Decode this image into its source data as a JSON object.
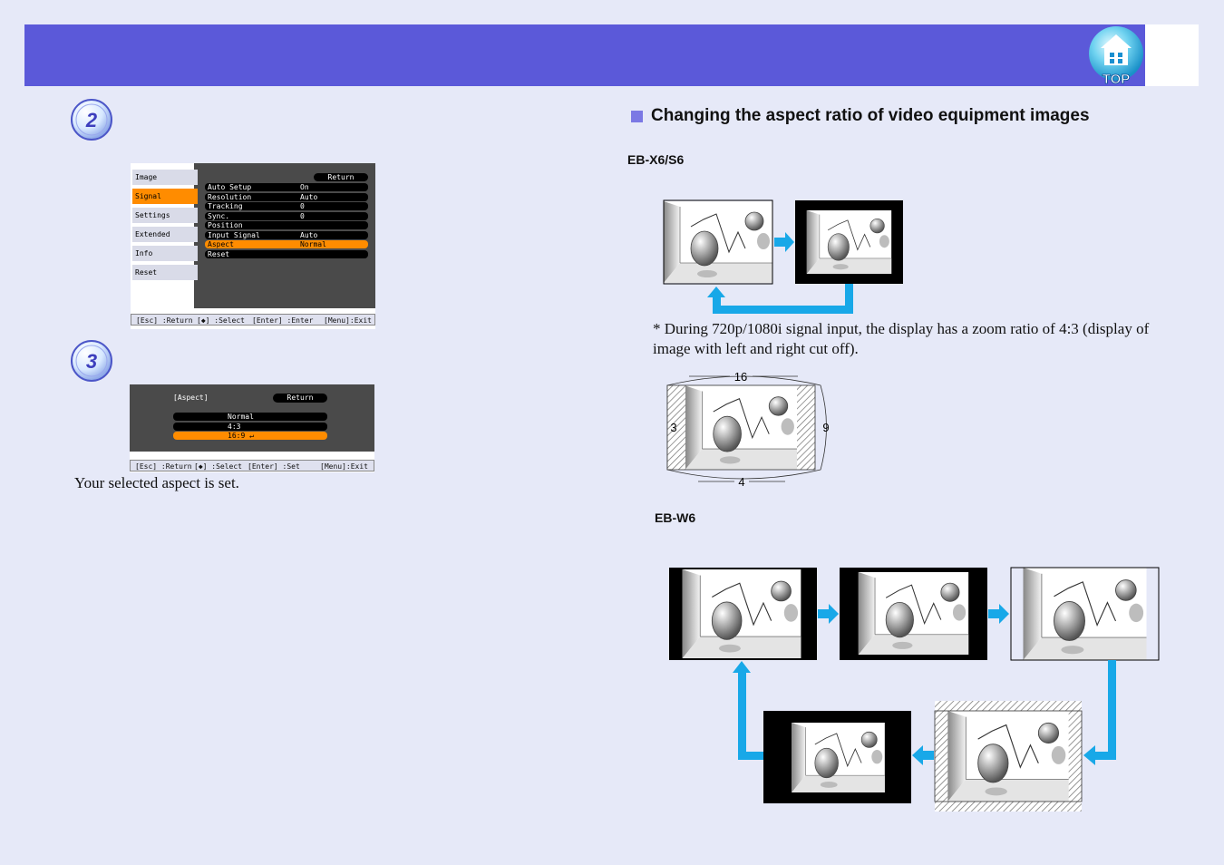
{
  "top_button": {
    "label": "TOP"
  },
  "steps": [
    {
      "number": "2"
    },
    {
      "number": "3"
    }
  ],
  "signal_menu": {
    "sidebar": [
      "Image",
      "Signal",
      "Settings",
      "Extended",
      "Info",
      "Reset"
    ],
    "return_label": "Return",
    "rows": [
      {
        "label": "Auto Setup",
        "value": "On"
      },
      {
        "label": "Resolution",
        "value": "Auto"
      },
      {
        "label": "Tracking",
        "value": "0"
      },
      {
        "label": "Sync.",
        "value": "0"
      },
      {
        "label": "Position",
        "value": ""
      },
      {
        "label": "Input Signal",
        "value": "Auto"
      },
      {
        "label": "Aspect",
        "value": "Normal"
      },
      {
        "label": "Reset",
        "value": ""
      }
    ],
    "footer": {
      "esc": "[Esc] :Return",
      "select": "[◆] :Select",
      "enter": "[Enter] :Enter",
      "menu": "[Menu]:Exit"
    }
  },
  "aspect_menu": {
    "title": "[Aspect]",
    "return_label": "Return",
    "options": [
      "Normal",
      "4:3",
      "16:9"
    ],
    "footer": {
      "esc": "[Esc] :Return",
      "select": "[◆] :Select",
      "enter": "[Enter] :Set",
      "menu": "[Menu]:Exit"
    }
  },
  "selected_text": "Your selected aspect is set.",
  "section": {
    "title": "Changing the aspect ratio of video equipment images"
  },
  "model_1": "EB-X6/S6",
  "note": "* During 720p/1080i signal input, the display has a zoom ratio of 4:3 (display of image with left and right cut off).",
  "zoom_diagram": {
    "top": "16",
    "left": "3",
    "right": "9",
    "bottom": "4"
  },
  "model_2": "EB-W6",
  "colors": {
    "header": "#5b59d9",
    "accent_orange": "#ff8c00",
    "arrow": "#18a8e8"
  }
}
